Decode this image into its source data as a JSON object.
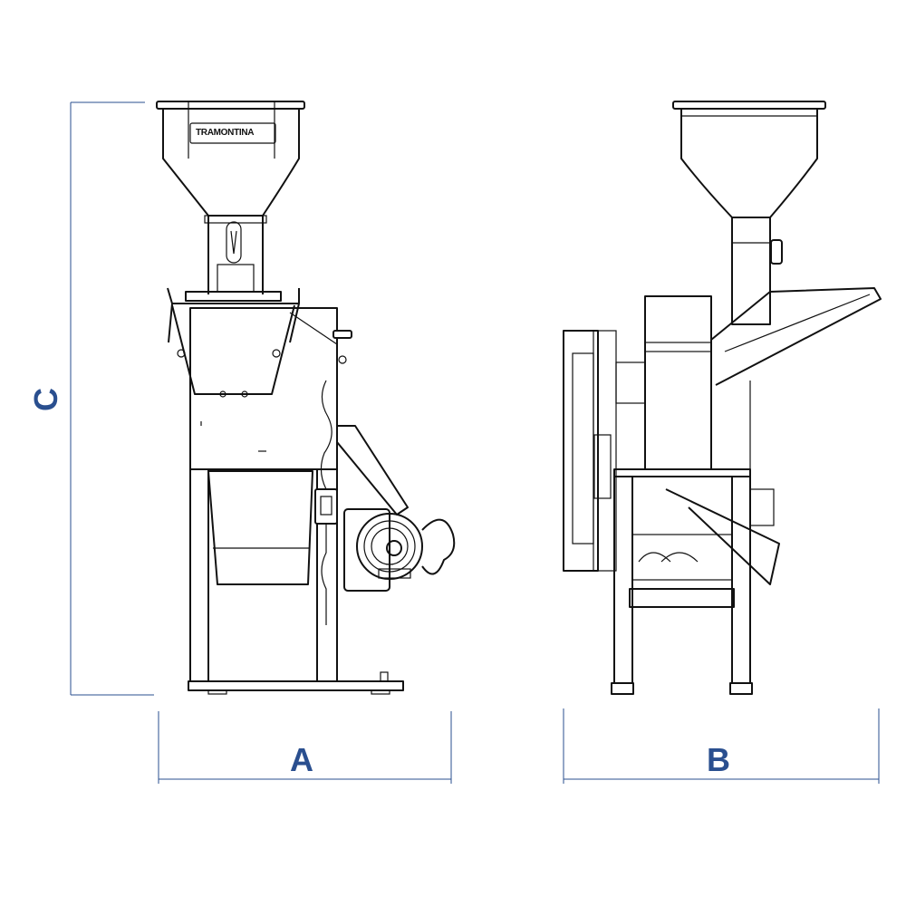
{
  "logo_text": "TRAMONTINA",
  "dimensions": {
    "width_label": "A",
    "depth_label": "B",
    "height_label": "C"
  },
  "colors": {
    "dimension": "#2a4f8f",
    "line": "#111111"
  }
}
